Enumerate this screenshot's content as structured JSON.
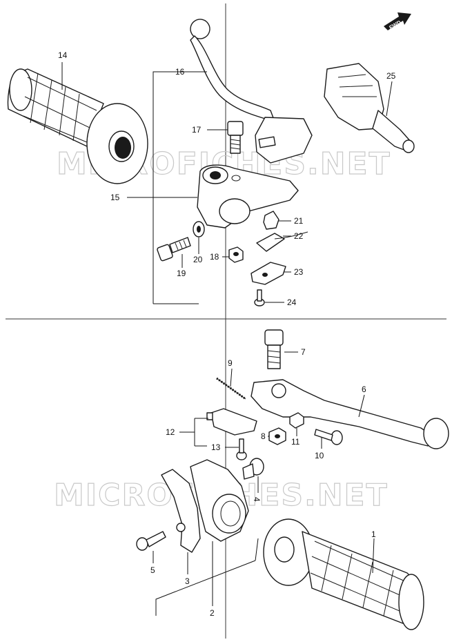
{
  "watermark": "MICROFICHES.NET",
  "fwd_label": "FWD",
  "parts": {
    "p1": "1",
    "p2": "2",
    "p3": "3",
    "p4": "4",
    "p5": "5",
    "p6": "6",
    "p7": "7",
    "p8": "8",
    "p9": "9",
    "p10": "10",
    "p11": "11",
    "p12": "12",
    "p13": "13",
    "p14": "14",
    "p15": "15",
    "p16": "16",
    "p17": "17",
    "p18": "18",
    "p19": "19",
    "p20": "20",
    "p21": "21",
    "p22": "22",
    "p23": "23",
    "p24": "24",
    "p25": "25"
  }
}
